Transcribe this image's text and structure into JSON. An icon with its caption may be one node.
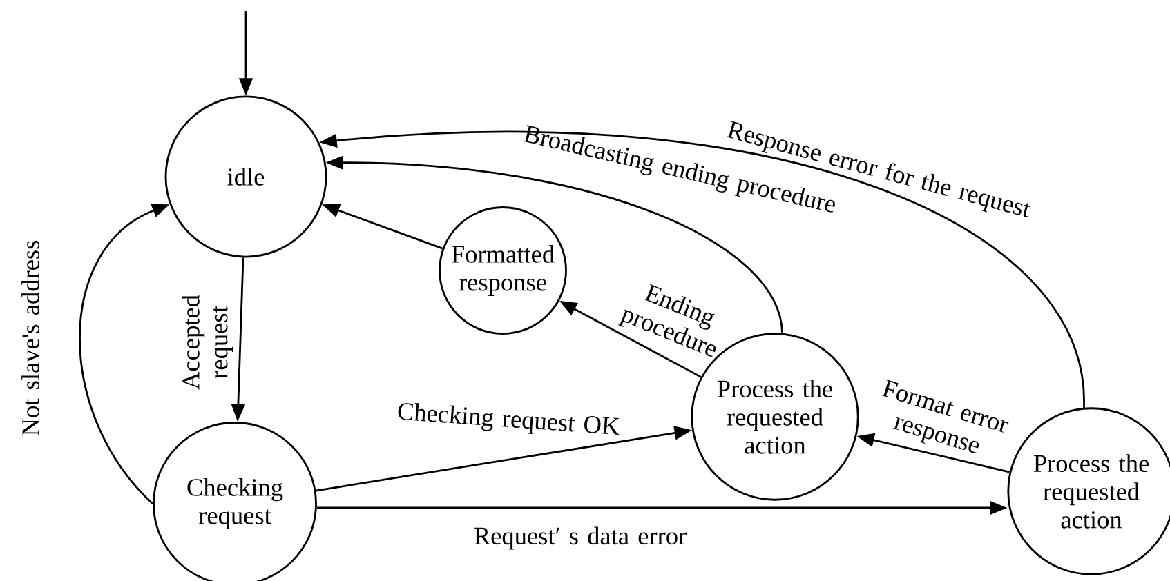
{
  "diagram": {
    "nodes": [
      {
        "text": [
          "idle"
        ]
      },
      {
        "text": [
          "Formatted response"
        ]
      },
      {
        "text": [
          "Checking request"
        ]
      },
      {
        "text": [
          "Process the requested action"
        ]
      },
      {
        "text": [
          "Process the requested action"
        ]
      }
    ],
    "edges": [
      {
        "from": null,
        "to": 0,
        "arrow": "to"
      },
      {
        "from": 0,
        "to": 2,
        "arrow": "to",
        "label": "Accepted request"
      },
      {
        "from": 2,
        "to": 0,
        "arrow": "to",
        "label": "Not slave's address"
      },
      {
        "from": 2,
        "to": 3,
        "arrow": "to",
        "label": "Checking request OK"
      },
      {
        "from": 2,
        "to": 4,
        "arrow": "to",
        "label": "Request′ s data error"
      },
      {
        "from": 1,
        "to": 0,
        "arrow": "to"
      },
      {
        "from": 3,
        "to": 1,
        "arrow": "to",
        "label": "Ending procedure"
      },
      {
        "from": 3,
        "to": 0,
        "arrow": "to",
        "label": "Broadcasting ending procedure"
      },
      {
        "from": 4,
        "to": 3,
        "arrow": "to",
        "label": "Format error response"
      },
      {
        "from": 4,
        "to": 0,
        "arrow": "to",
        "label": "Response error for the request"
      }
    ]
  }
}
